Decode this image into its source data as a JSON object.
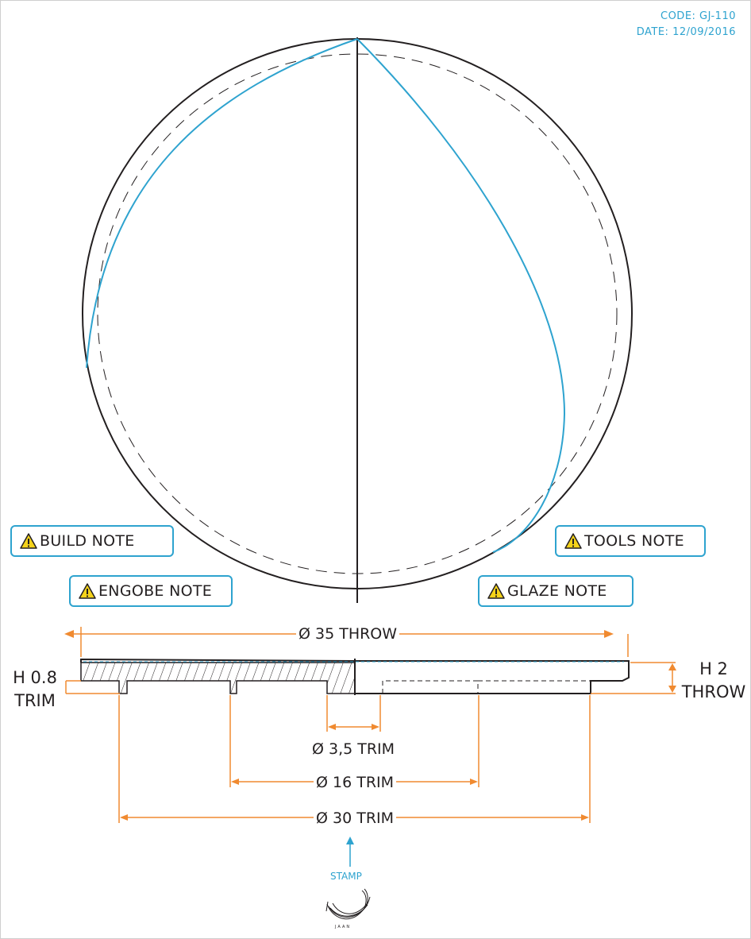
{
  "meta": {
    "code": "CODE: GJ-110",
    "date": "DATE: 12/09/2016"
  },
  "notes": {
    "build": "BUILD NOTE",
    "engobe": "ENGOBE NOTE",
    "tools": "TOOLS NOTE",
    "glaze": "GLAZE NOTE"
  },
  "dimensions": {
    "throw_diameter": "Ø 35 THROW",
    "hole_trim": "Ø 3,5 TRIM",
    "inner_ring_trim": "Ø 16 TRIM",
    "foot_ring_trim": "Ø 30 TRIM",
    "rim_height_value": "H 0.8",
    "rim_height_label": "TRIM",
    "total_height_value": "H 2",
    "total_height_label": "THROW"
  },
  "stamp": {
    "label": "STAMP",
    "signature": "JAAN"
  },
  "colors": {
    "line": "#231f20",
    "accent_blue": "#2ea3cf",
    "dimension_orange": "#f08a30",
    "warning_yellow": "#f5d31a"
  }
}
